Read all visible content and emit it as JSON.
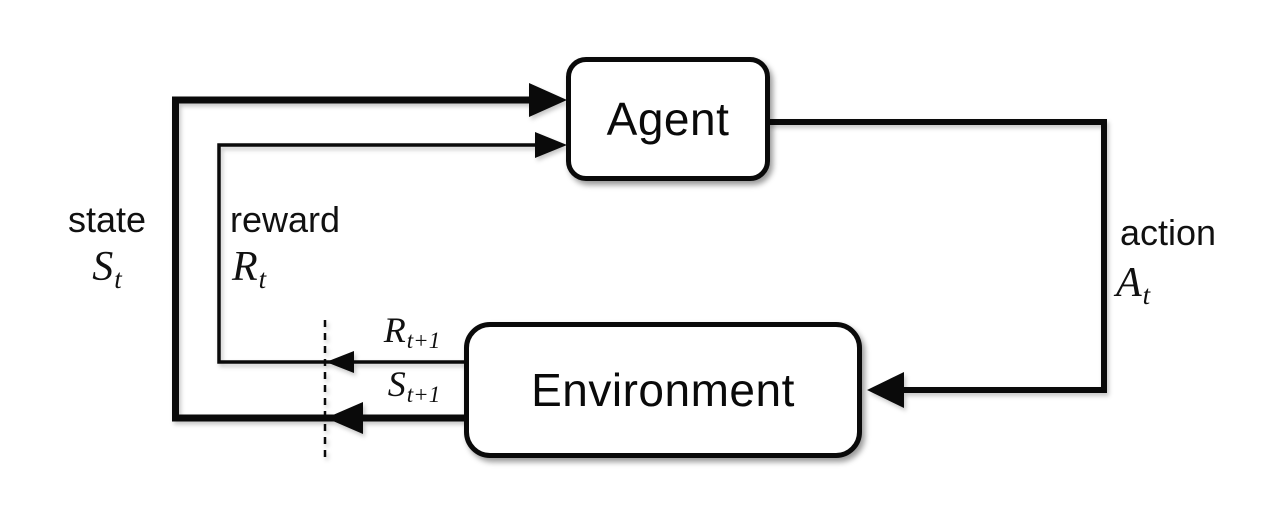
{
  "diagram": {
    "nodes": {
      "agent": {
        "label": "Agent"
      },
      "environment": {
        "label": "Environment"
      }
    },
    "labels": {
      "state": {
        "word": "state",
        "symbol": "S",
        "subscript": "t"
      },
      "reward": {
        "word": "reward",
        "symbol": "R",
        "subscript": "t"
      },
      "action": {
        "word": "action",
        "symbol": "A",
        "subscript": "t"
      },
      "next_reward": {
        "symbol": "R",
        "subscript": "t+1"
      },
      "next_state": {
        "symbol": "S",
        "subscript": "t+1"
      }
    },
    "colors": {
      "line": "#0a0a0a",
      "box_border": "#0a0a0a",
      "box_fill": "#ffffff",
      "background": "#ffffff",
      "text": "#111111"
    }
  }
}
